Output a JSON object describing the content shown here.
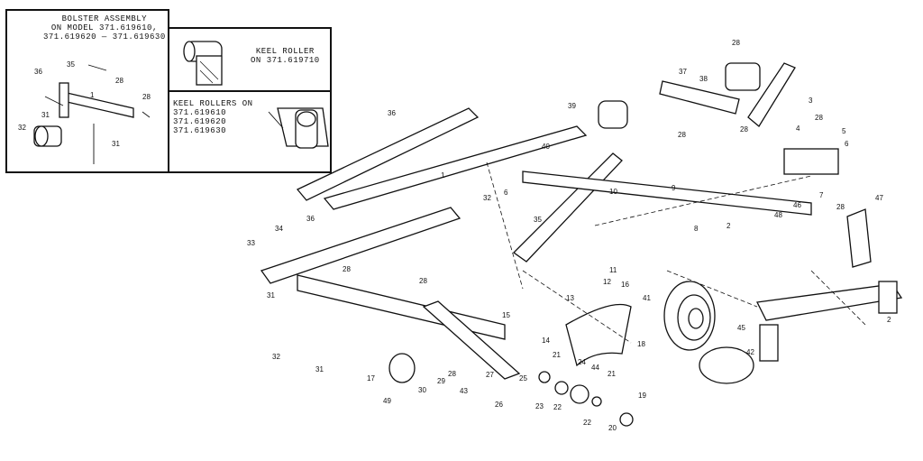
{
  "insets": {
    "bolster_title": "BOLSTER ASSEMBLY\nON MODEL 371.619610,\n371.619620 — 371.619630",
    "keel_single": "KEEL ROLLER\nON 371.619710",
    "keel_multi": "KEEL ROLLERS ON\n371.619610\n371.619620\n371.619630",
    "bolster_callouts": [
      "35",
      "36",
      "28",
      "28",
      "1",
      "31",
      "32",
      "31"
    ]
  },
  "callouts": [
    "28",
    "37",
    "38",
    "3",
    "39",
    "40",
    "28",
    "28",
    "4",
    "28",
    "5",
    "6",
    "10",
    "36",
    "32",
    "1",
    "6",
    "9",
    "7",
    "46",
    "28",
    "47",
    "36",
    "34",
    "8",
    "2",
    "48",
    "33",
    "35",
    "28",
    "11",
    "31",
    "28",
    "12",
    "13",
    "16",
    "41",
    "45",
    "2",
    "15",
    "14",
    "18",
    "32",
    "31",
    "17",
    "29",
    "28",
    "27",
    "25",
    "21",
    "24",
    "44",
    "21",
    "42",
    "49",
    "30",
    "43",
    "26",
    "23",
    "22",
    "22",
    "20",
    "19"
  ],
  "colors": {
    "ink": "#111111",
    "paper": "#ffffff"
  }
}
